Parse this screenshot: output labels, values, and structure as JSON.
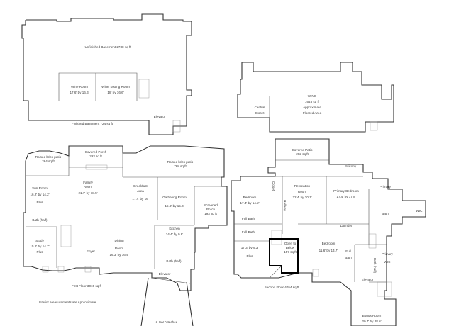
{
  "basement": {
    "unfinished": "Unfinished Basement 2738 sq ft",
    "wine_room_name": "Wine Room",
    "wine_room_size": "17.6' by 16.6'",
    "wine_tasting_name": "Wine Tasting Room",
    "wine_tasting_size": "18' by 16.6'",
    "elevator": "Elevator",
    "finished": "Finished Basement 724 sq ft"
  },
  "wing": {
    "central_closet_1": "Central",
    "central_closet_2": "Closet",
    "wing_label": "WING",
    "wing_area": "1648 sq ft",
    "wing_note_1": "Approximate",
    "wing_note_2": "Floored Area"
  },
  "first_floor": {
    "raised_patio_left_1": "Raised brick patio",
    "raised_patio_left_2": "264 sq ft",
    "covered_porch_1": "Covered Porch",
    "covered_porch_2": "293 sq ft",
    "raised_patio_right_1": "Raised brick patio",
    "raised_patio_right_2": "768 sq ft",
    "sunroom_name": "Sun Room",
    "sunroom_size": "16.2' by 14.2'",
    "sunroom_plus": "Plus",
    "family_name_1": "Family",
    "family_name_2": "Room",
    "family_size": "21.7' by 18.5'",
    "breakfast_name_1": "Breakfast",
    "breakfast_name_2": "Area",
    "breakfast_size": "17.4' by 16'",
    "gathering_name": "Gathering Room",
    "gathering_size": "15.6' by 15.6'",
    "screened_1": "Screened",
    "screened_2": "Porch",
    "screened_3": "193 sq ft",
    "bath_half_left": "Bath (half)",
    "kitchen_name": "Kitchen",
    "kitchen_size": "14.4' by 9.8'",
    "study_name": "Study",
    "study_size": "15.8' by 14.7'",
    "study_plus": "Plus",
    "dining_name_1": "Dining",
    "dining_name_2": "Room",
    "dining_size": "16.3' by 16.4'",
    "foyer": "Foyer",
    "bath_half_right": "Bath (half)",
    "elevator": "Elevator",
    "total": "First Floor 3015 sq ft",
    "garage": "3-Car Attached",
    "note": "Interior Measurements are Approximate"
  },
  "second_floor": {
    "covered_patio_1": "Covered Patio",
    "covered_patio_2": "202 sq ft",
    "balcony": "Balcony",
    "bedroom_left_name": "Bedroom",
    "bedroom_left_size": "17.4' by 14.2'",
    "closet": "Closet",
    "hallway": "Hallway",
    "recreation_name_1": "Recreation",
    "recreation_name_2": "Room",
    "recreation_size": "22.4' by 20.1'",
    "primary_bedroom_name": "Primary Bedroom",
    "primary_bedroom_size": "17.4' by 17.8'",
    "primary_label": "Primary",
    "bath_label": "Bath",
    "wic_right": "WIC",
    "full_bath_1": "Full Bath",
    "full_bath_2": "Full Bath",
    "laundry": "Laundry",
    "open_below_1": "Open to",
    "open_below_2": "Below",
    "open_below_3": "157 sq ft",
    "bedroom_mid_name": "Bedroom",
    "bedroom_mid_size": "11.6' by 14.7'",
    "full_label": "Full",
    "bath_label_2": "Bath",
    "bedroom_size_3": "17.3' by 9.3'",
    "plus": "Plus",
    "primary_2": "Primary",
    "wic_2": "WIC",
    "bath_half": "Bath (half)",
    "elevator": "Elevator",
    "total": "Second Floor 4054 sq ft",
    "bonus_name": "Bonus Room",
    "bonus_size": "20.7' by 28.6'"
  }
}
